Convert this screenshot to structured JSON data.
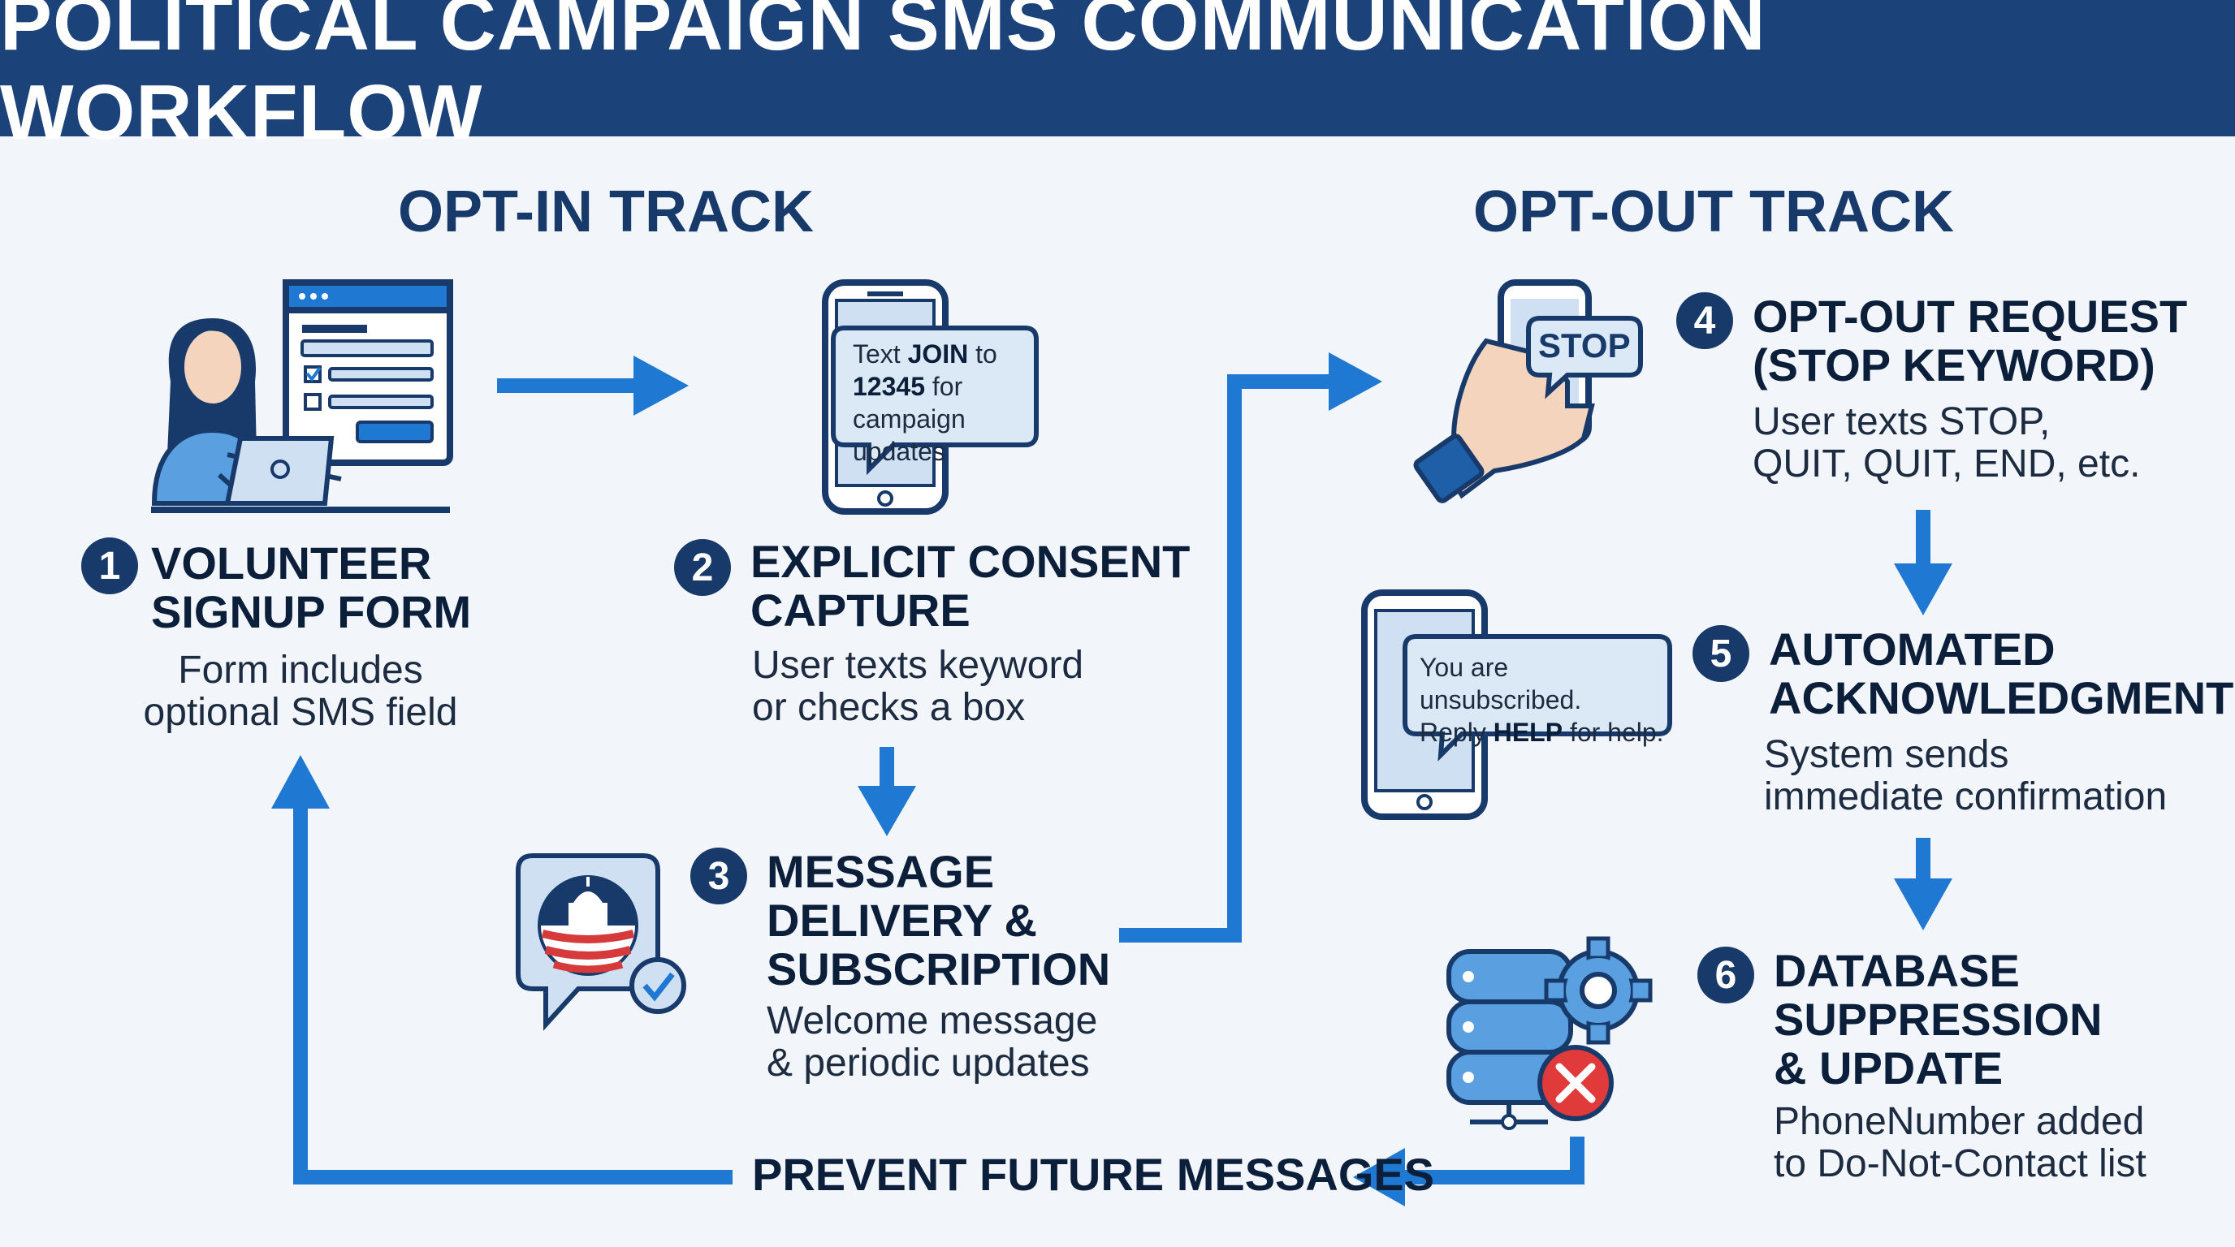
{
  "header": {
    "title": "POLITICAL CAMPAIGN SMS COMMUNICATION WORKFLOW"
  },
  "tracks": {
    "opt_in": "OPT-IN TRACK",
    "opt_out": "OPT-OUT TRACK"
  },
  "steps": [
    {
      "number": "1",
      "title_lines": [
        "VOLUNTEER",
        "SIGNUP FORM"
      ],
      "desc_lines": [
        "Form includes",
        "optional SMS field"
      ]
    },
    {
      "number": "2",
      "title_lines": [
        "EXPLICIT CONSENT",
        "CAPTURE"
      ],
      "desc_lines": [
        "User texts keyword",
        "or checks a box"
      ]
    },
    {
      "number": "3",
      "title_lines": [
        "MESSAGE",
        "DELIVERY &",
        "SUBSCRIPTION"
      ],
      "desc_lines": [
        "Welcome message",
        "& periodic updates"
      ]
    },
    {
      "number": "4",
      "title_lines": [
        "OPT-OUT REQUEST",
        "(STOP KEYWORD)"
      ],
      "desc_lines": [
        "User texts STOP,",
        "QUIT, QUIT, END, etc."
      ]
    },
    {
      "number": "5",
      "title_lines": [
        "AUTOMATED",
        "ACKNOWLEDGMENT"
      ],
      "desc_lines": [
        "System sends",
        "immediate confirmation"
      ]
    },
    {
      "number": "6",
      "title_lines": [
        "DATABASE",
        "SUPPRESSION",
        "& UPDATE"
      ],
      "desc_lines": [
        "PhoneNumber added",
        "to Do-Not-Contact list"
      ]
    }
  ],
  "bubbles": {
    "join": {
      "pre": "Text ",
      "keyword": "JOIN",
      "mid": " to",
      "code": "12345",
      "post": " for",
      "line3": "campaign updates"
    },
    "stop": "STOP",
    "unsub": {
      "line1": "You are unsubscribed.",
      "pre": "Reply ",
      "keyword": "HELP",
      "post": " for help."
    }
  },
  "bottom_label": "PREVENT FUTURE MESSAGES",
  "colors": {
    "header_bg": "#1b4279",
    "navy": "#173a6a",
    "arrow_blue": "#1f78d1",
    "icon_fill": "#cfe0f3",
    "alert_red": "#e03a3a",
    "page_bg": "#f2f6fb"
  }
}
